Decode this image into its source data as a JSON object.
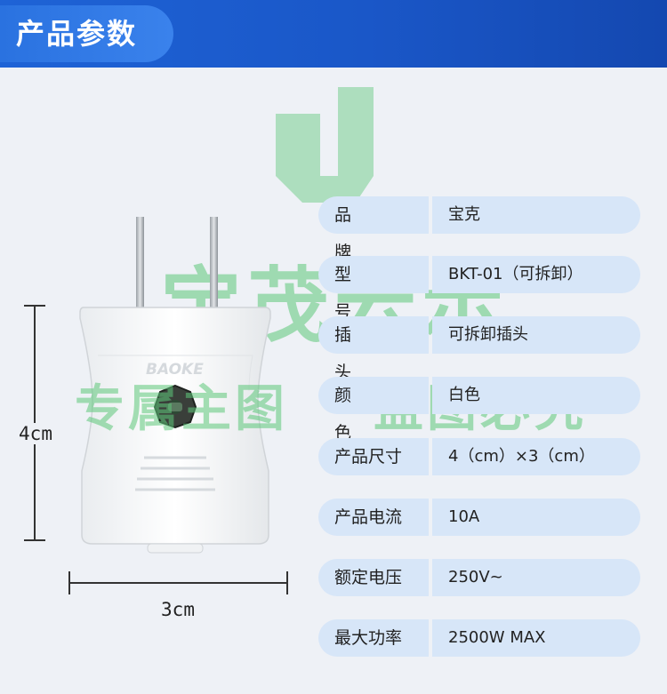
{
  "header": {
    "title": "产品参数"
  },
  "watermark": {
    "brand": "宝茂云示",
    "left": "专属主图",
    "right": "盗图必究"
  },
  "dimensions": {
    "height": "4cm",
    "width": "3cm"
  },
  "product": {
    "brand_mark": "BAOKE"
  },
  "specs": [
    {
      "label": "品牌",
      "value": "宝克"
    },
    {
      "label": "型号",
      "value": "BKT-01（可拆卸）"
    },
    {
      "label": "插头",
      "value": "可拆卸插头"
    },
    {
      "label": "颜色",
      "value": "白色"
    },
    {
      "label": "产品尺寸",
      "value": "4（cm）×3（cm）"
    },
    {
      "label": "产品电流",
      "value": "10A"
    },
    {
      "label": "额定电压",
      "value": "250V~"
    },
    {
      "label": "最大功率",
      "value": "2500W MAX"
    }
  ],
  "colors": {
    "header_blue": "#1e63d6",
    "row_fill": "#d7e6f8",
    "watermark_green": "#5ec87a"
  }
}
